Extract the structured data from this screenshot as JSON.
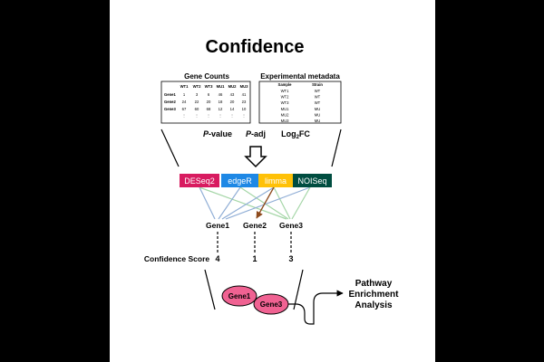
{
  "title": "Confidence",
  "gene_counts": {
    "heading": "Gene Counts",
    "columns": [
      "WT1",
      "WT2",
      "WT3",
      "MU1",
      "MU2",
      "MU3"
    ],
    "rows": [
      {
        "label": "Gene1",
        "values": [
          "1",
          "3",
          "6",
          "46",
          "43",
          "41"
        ]
      },
      {
        "label": "Gene2",
        "values": [
          "24",
          "22",
          "20",
          "18",
          "20",
          "23"
        ]
      },
      {
        "label": "Gene3",
        "values": [
          "67",
          "60",
          "68",
          "12",
          "14",
          "10"
        ]
      }
    ]
  },
  "metadata": {
    "heading": "Experimental metadata",
    "columns": [
      "Sample",
      "Strain"
    ],
    "rows": [
      [
        "WT1",
        "WT"
      ],
      [
        "WT2",
        "WT"
      ],
      [
        "WT3",
        "WT"
      ],
      [
        "MU1",
        "MU"
      ],
      [
        "MU2",
        "MU"
      ],
      [
        "MU3",
        "MU"
      ]
    ]
  },
  "stats": {
    "pvalue_italic": "P",
    "pvalue_rest": "-value",
    "padj_italic": "P",
    "padj_rest": "-adj",
    "log2fc_main": "Log",
    "log2fc_sub": "2",
    "log2fc_rest": "FC"
  },
  "tools": [
    {
      "label": "DESeq2",
      "color": "#d81b60"
    },
    {
      "label": "edgeR",
      "color": "#1e88e5"
    },
    {
      "label": "limma",
      "color": "#ffc107"
    },
    {
      "label": "NOISeq",
      "color": "#004d40"
    }
  ],
  "genes": [
    "Gene1",
    "Gene2",
    "Gene3"
  ],
  "confidence": {
    "label": "Confidence Score",
    "scores": [
      "4",
      "1",
      "3"
    ]
  },
  "selected_genes": [
    "Gene1",
    "Gene3"
  ],
  "pathway": {
    "line1": "Pathway",
    "line2": "Enrichment",
    "line3": "Analysis"
  },
  "colors": {
    "gene_ellipse": "#f06292",
    "edge_blue": "#90aed6",
    "edge_green": "#a5d6a7",
    "edge_brown": "#8d4a1c"
  }
}
